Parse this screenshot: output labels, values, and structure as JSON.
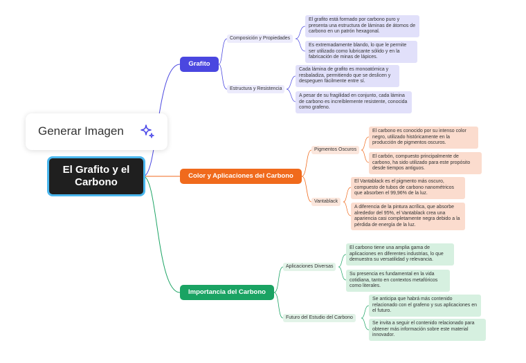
{
  "generate_button": {
    "label": "Generar Imagen",
    "icon": "sparkle-icon",
    "icon_color": "#4a47e8"
  },
  "root": {
    "title": "El Grafito y el Carbono"
  },
  "colors": {
    "purple": "#4a47e0",
    "orange": "#f06a1c",
    "green": "#1aa363",
    "root_border": "#4ab7ee"
  },
  "branches": [
    {
      "label": "Grafito",
      "subtopics": [
        {
          "label": "Composición y Propiedades",
          "details": [
            "El grafito está formado por carbono puro y presenta una estructura de láminas de átomos de carbono en un patrón hexagonal.",
            "Es extremadamente blando, lo que le permite ser utilizado como lubricante sólido y en la fabricación de minas de lápices."
          ]
        },
        {
          "label": "Estructura y Resistencia",
          "details": [
            "Cada lámina de grafito es monoatómica y resbaladiza, permitiendo que se deslicen y despeguen fácilmente entre sí.",
            "A pesar de su fragilidad en conjunto, cada lámina de carbono es increíblemente resistente, conocida como grafeno."
          ]
        }
      ]
    },
    {
      "label": "Color y Aplicaciones del Carbono",
      "subtopics": [
        {
          "label": "Pigmentos Oscuros",
          "details": [
            "El carbono es conocido por su intenso color negro, utilizado históricamente en la producción de pigmentos oscuros.",
            "El carbón, compuesto principalmente de carbono, ha sido utilizado para este propósito desde tiempos antiguos."
          ]
        },
        {
          "label": "Vantablack",
          "details": [
            "El Vantablack es el pigmento más oscuro, compuesto de tubos de carbono nanométricos que absorben el 99,96% de la luz.",
            "A diferencia de la pintura acrílica, que absorbe alrededor del 95%, el Vantablack crea una apariencia casi completamente negra debido a la pérdida de energía de la luz."
          ]
        }
      ]
    },
    {
      "label": "Importancia del Carbono",
      "subtopics": [
        {
          "label": "Aplicaciones Diversas",
          "details": [
            "El carbono tiene una amplia gama de aplicaciones en diferentes industrias, lo que demuestra su versatilidad y relevancia.",
            "Su presencia es fundamental en la vida cotidiana, tanto en contextos metafóricos como literales."
          ]
        },
        {
          "label": "Futuro del Estudio del Carbono",
          "details": [
            "Se anticipa que habrá más contenido relacionado con el grafeno y sus aplicaciones en el futuro.",
            "Se invita a seguir el contenido relacionado para obtener más información sobre este material innovador."
          ]
        }
      ]
    }
  ]
}
